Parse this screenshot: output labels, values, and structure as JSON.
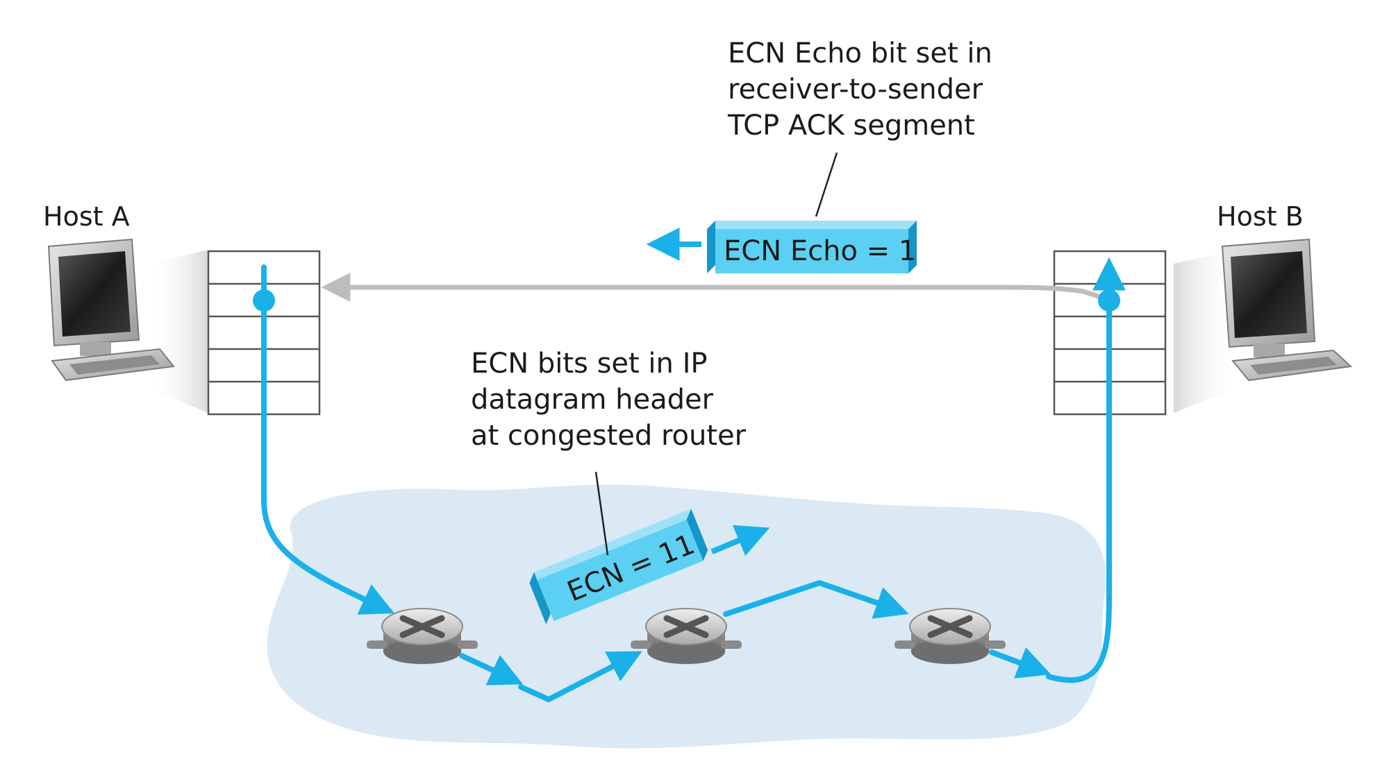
{
  "hosts": {
    "a_label": "Host A",
    "b_label": "Host B"
  },
  "annotations": {
    "echo_note": [
      "ECN Echo bit set in",
      "receiver-to-sender",
      "TCP ACK segment"
    ],
    "ip_note": [
      "ECN bits set in IP",
      "datagram header",
      "at congested router"
    ]
  },
  "packets": {
    "echo_tag": "ECN Echo = 1",
    "ecn_tag": "ECN = 11"
  },
  "colors": {
    "flow": "#1ab0e8",
    "ack_path": "#bdbdbd",
    "network_cloud": "#dbe9f5",
    "tag_fill": "#5cd0f2",
    "tag_dark": "#1596c9"
  }
}
